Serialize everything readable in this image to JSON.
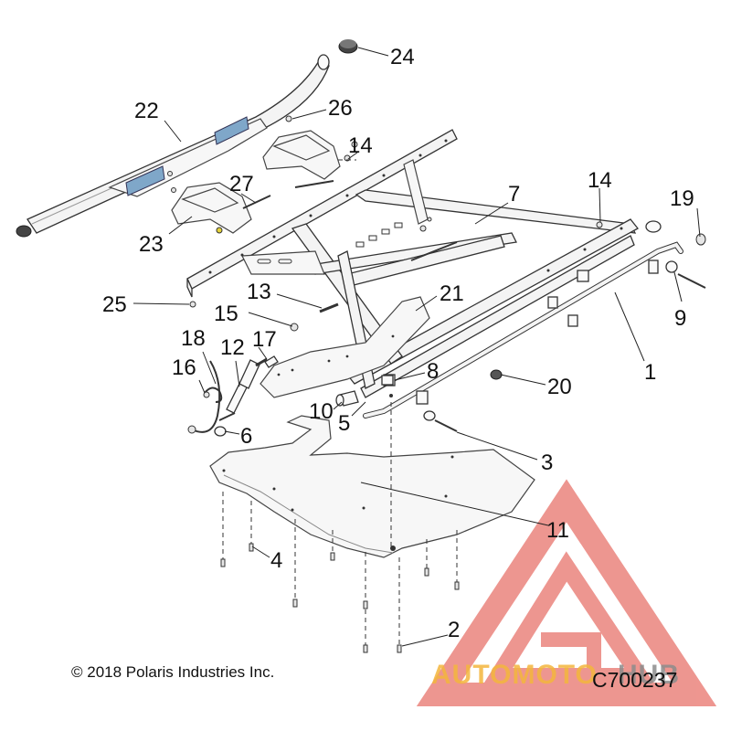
{
  "callouts": {
    "c1": "1",
    "c2": "2",
    "c3": "3",
    "c4": "4",
    "c5": "5",
    "c6": "6",
    "c7": "7",
    "c8": "8",
    "c9": "9",
    "c10": "10",
    "c11": "11",
    "c12": "12",
    "c13": "13",
    "c14a": "14",
    "c14b": "14",
    "c15": "15",
    "c16": "16",
    "c17": "17",
    "c18": "18",
    "c19": "19",
    "c20": "20",
    "c21": "21",
    "c22": "22",
    "c23": "23",
    "c24": "24",
    "c25": "25",
    "c26": "26",
    "c27": "27"
  },
  "footer": {
    "copyright": "© 2018 Polaris Industries Inc.",
    "diagram_code": "C700237"
  },
  "watermark": {
    "word_a": "AUTOMOTO",
    "word_b": "HUB",
    "color_logo": "#e8736b",
    "color_a": "#f4b63d",
    "color_b": "#8c8c8c"
  }
}
